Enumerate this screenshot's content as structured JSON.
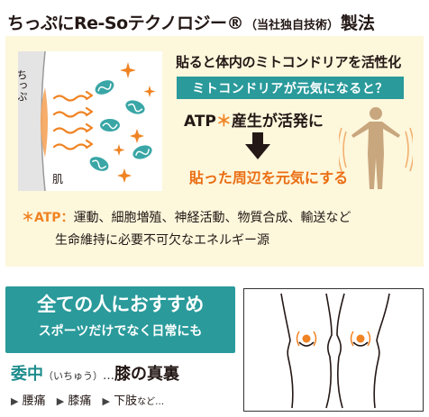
{
  "header": {
    "title_main": "ちっぷにRe-Soテクノロジー®",
    "title_sub": "（当社独自技術）",
    "title_tail": "製法"
  },
  "illustration": {
    "label_top": "ちっぷ",
    "label_skin": "肌"
  },
  "panel": {
    "line1": "貼ると体内のミトコンドリアを活性化",
    "banner": "ミトコンドリアが元気になると？",
    "atp_prefix": "ATP",
    "atp_asterisk": "＊",
    "atp_suffix": "産生が活発に",
    "result": "貼った周辺を元気にする"
  },
  "note": {
    "label": "＊ATP：",
    "line1": "運動、細胞増殖、神経活動、物質合成、輸送など",
    "line2": "生命維持に必要不可欠なエネルギー源"
  },
  "recommend": {
    "title": "全ての人におすすめ",
    "subtitle": "スポーツだけでなく日常にも"
  },
  "point": {
    "main": "委中",
    "ruby": "（いちゅう）",
    "dots": "…",
    "where": "膝の真裏"
  },
  "symptoms": {
    "items": [
      "腰痛",
      "膝痛",
      "下肢"
    ],
    "etc": "など…",
    "marker": "▶"
  },
  "colors": {
    "teal": "#2a9a9b",
    "orange": "#f08323",
    "cream": "#fdf7dc",
    "mito": "#3aa6a6"
  }
}
